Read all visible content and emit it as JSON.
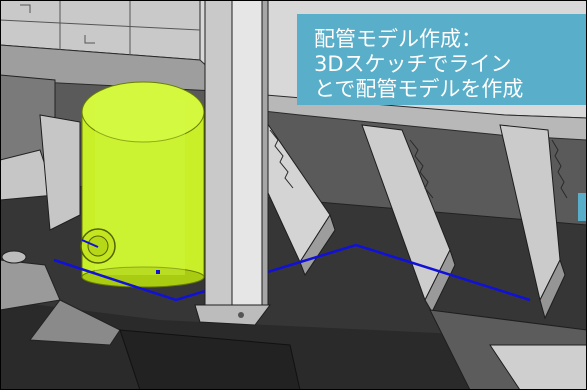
{
  "caption": {
    "line1": "配管モデル作成：",
    "line2": "3Dスケッチでライン",
    "line3": "とで配管モデルを作成"
  },
  "colors": {
    "caption_bg": "#59aec9",
    "caption_text": "#ffffff",
    "tank": "#ccf22a",
    "sketch_line": "#1010d8",
    "steel": "#cfcfcf",
    "floor": "#2f2f2f"
  },
  "icons": {
    "tank": "cylindrical-tank-model",
    "sketch": "3d-sketch-polyline"
  }
}
